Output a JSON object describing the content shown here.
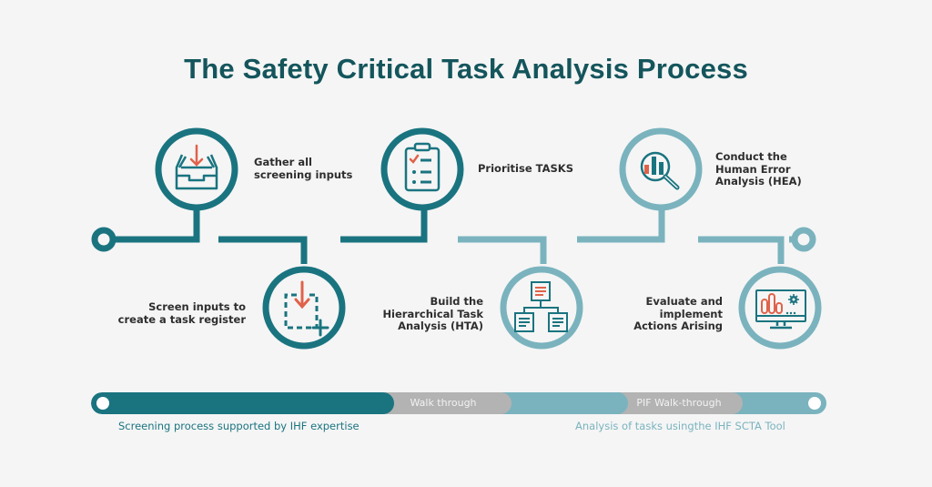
{
  "title": "The Safety Critical Task Analysis Process",
  "colors": {
    "dark_teal": "#1a7480",
    "light_teal": "#7ab3be",
    "accent_red": "#e0624a",
    "gray_segment": "#b3b3b3",
    "background": "#f5f5f5",
    "title_color": "#14555c"
  },
  "steps": [
    {
      "id": 1,
      "label": "Gather all\nscreening inputs",
      "icon": "inbox-tray-download-icon",
      "position": "top",
      "shade": "dark"
    },
    {
      "id": 2,
      "label": "Screen inputs to\ncreate a task register",
      "icon": "dashed-box-download-icon",
      "position": "bottom",
      "shade": "dark"
    },
    {
      "id": 3,
      "label": "Prioritise TASKS",
      "icon": "clipboard-checklist-icon",
      "position": "top",
      "shade": "dark"
    },
    {
      "id": 4,
      "label": "Build the\nHierarchical Task\nAnalysis (HTA)",
      "icon": "hierarchy-tree-icon",
      "position": "bottom",
      "shade": "light"
    },
    {
      "id": 5,
      "label": "Conduct the\nHuman Error\nAnalysis (HEA)",
      "icon": "magnifier-chart-icon",
      "position": "top",
      "shade": "light"
    },
    {
      "id": 6,
      "label": "Evaluate and\nimplement\nActions Arising",
      "icon": "monitor-chart-gear-icon",
      "position": "bottom",
      "shade": "light"
    }
  ],
  "progress_bar": {
    "segments": [
      {
        "label": "",
        "color": "#1a7480"
      },
      {
        "label": "Walk through",
        "color": "#b3b3b3"
      },
      {
        "label": "",
        "color": "#7ab3be"
      },
      {
        "label": "PIF Walk-through",
        "color": "#b3b3b3"
      },
      {
        "label": "",
        "color": "#7ab3be"
      }
    ]
  },
  "captions": {
    "left": "Screening process supported by IHF expertise",
    "right": "Analysis of tasks usingthe IHF SCTA Tool"
  }
}
